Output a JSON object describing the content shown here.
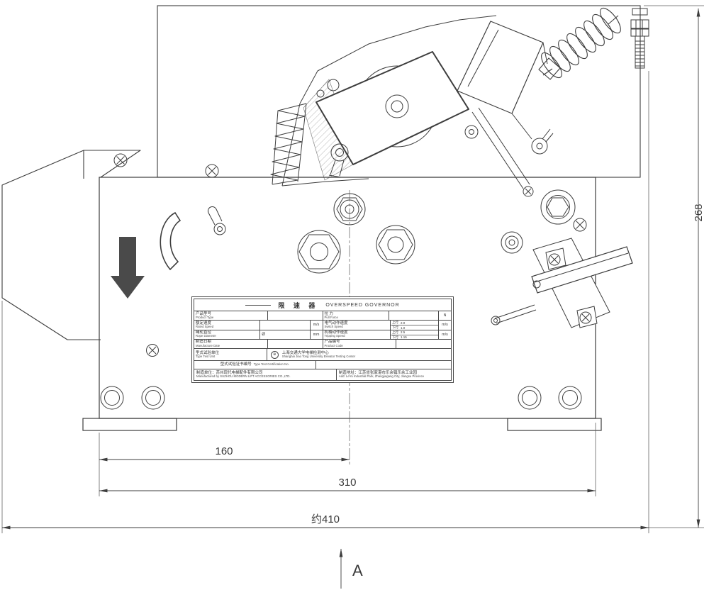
{
  "dimensions": {
    "d160": "160",
    "d310": "310",
    "d410": "约410",
    "d268": "268",
    "section": "A"
  },
  "nameplate": {
    "title_cn": "限 速 器",
    "title_en": "OVERSPEED GOVERNOR",
    "left_rows": [
      {
        "cn": "产品型号",
        "en": "Product Type",
        "value": "",
        "unit": ""
      },
      {
        "cn": "额定速度",
        "en": "Rated Speed",
        "value": "",
        "unit": "m/s"
      },
      {
        "cn": "绳轮直径",
        "en": "Rope Diameter",
        "value": "Ø",
        "unit": "mm"
      },
      {
        "cn": "制造日期",
        "en": "Manufacture Date",
        "value": "",
        "unit": ""
      }
    ],
    "right_rows": [
      {
        "cn": "拉 力",
        "en": "Pull Force",
        "value": "",
        "unit": "N"
      },
      {
        "cn": "电气动作速度",
        "en": "Switch Speed",
        "up_label": "上行",
        "up": "2.0",
        "down_label": "下行",
        "down": "1.0",
        "unit": "m/s"
      },
      {
        "cn": "机械动作速度",
        "en": "Tripping Speed",
        "up_label": "上行",
        "up": "2.5",
        "down_label": "下行",
        "down": "1.15",
        "unit": "m/s"
      },
      {
        "cn": "产品编号",
        "en": "Product Code",
        "value": "",
        "unit": ""
      }
    ],
    "test_unit": {
      "cn": "型式试验单位",
      "en": "Type Test Unit",
      "value_cn": "上海交通大学电梯检测中心",
      "value_en": "Shanghai Jiao Tong University Elevator Testing Center"
    },
    "cert": {
      "cn": "型式试验证书编号",
      "en": "Type Test Certification No.",
      "value": ""
    },
    "maker_cn": "制造单位：苏州现代电梯配件有限公司",
    "maker_en": "Manufactured by SUZHOU MODERN LIFT ACCESSORIES CO.,LTD.",
    "address_cn": "制造地址：江苏省张家港市乐余镇乐余工业园",
    "address_en": "Add: LeYu Industrial Park, Zhangjiagang City, Jiangsu Province"
  }
}
